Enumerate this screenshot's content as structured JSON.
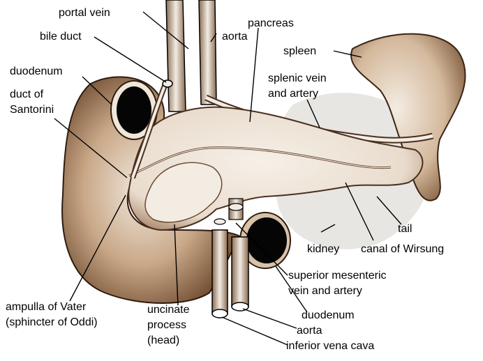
{
  "labels": {
    "portal_vein": "portal vein",
    "pancreas": "pancreas",
    "bile_duct": "bile duct",
    "aorta_top": "aorta",
    "spleen": "spleen",
    "duodenum_top": "duodenum",
    "splenic_vein_1": "splenic vein",
    "splenic_vein_2": "and artery",
    "duct_santorini_1": "duct of",
    "duct_santorini_2": "Santorini",
    "tail": "tail",
    "kidney": "kidney",
    "canal_wirsung": "canal of Wirsung",
    "sup_mesenteric_1": "superior mesenteric",
    "sup_mesenteric_2": "vein and artery",
    "ampulla_1": "ampulla of Vater",
    "ampulla_2": "(sphincter of Oddi)",
    "uncinate_1": "uncinate",
    "uncinate_2": "process",
    "uncinate_3": "(head)",
    "duodenum_bottom": "duodenum",
    "aorta_bottom": "aorta",
    "ivc": "inferior vena cava"
  },
  "colors": {
    "tissue_dark": "#6e4a2e",
    "tissue_mid": "#b08a68",
    "tissue_light": "#efe6da",
    "kidney": "#e6e4e0",
    "lumen": "#050505",
    "line": "#000000"
  }
}
